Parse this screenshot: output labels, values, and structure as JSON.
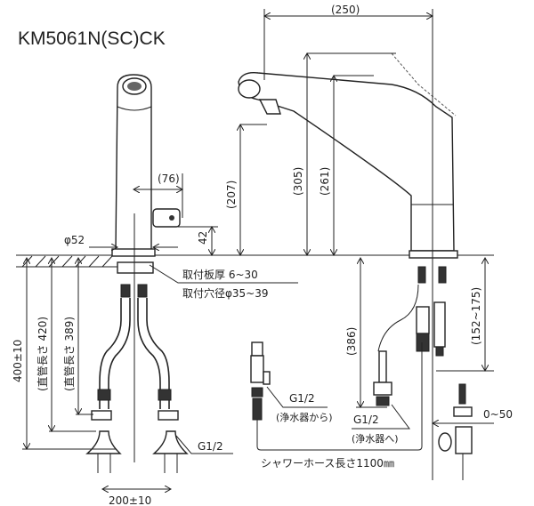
{
  "title": "KM5061N(SC)CK",
  "dimensions": {
    "width_250": "(250)",
    "d76": "(76)",
    "phi52": "φ52",
    "h42": "42",
    "h207": "(207)",
    "h305": "(305)",
    "h261": "(261)",
    "h386": "(386)",
    "h152_175": "(152~175)",
    "h400": "400±10",
    "pipe420": "(直管長さ 420)",
    "pipe389": "(直管長さ 389)",
    "w200": "200±10",
    "offset": "0~50"
  },
  "notes": {
    "plate_thickness": "取付板厚 6~30",
    "hole_diameter": "取付穴径φ35~39",
    "g12_valve": "G1/2",
    "g12_from": "G1/2",
    "from_purifier": "(浄水器から)",
    "g12_to": "G1/2",
    "to_purifier": "(浄水器へ)",
    "hose_length": "シャワーホース長さ1100㎜"
  }
}
